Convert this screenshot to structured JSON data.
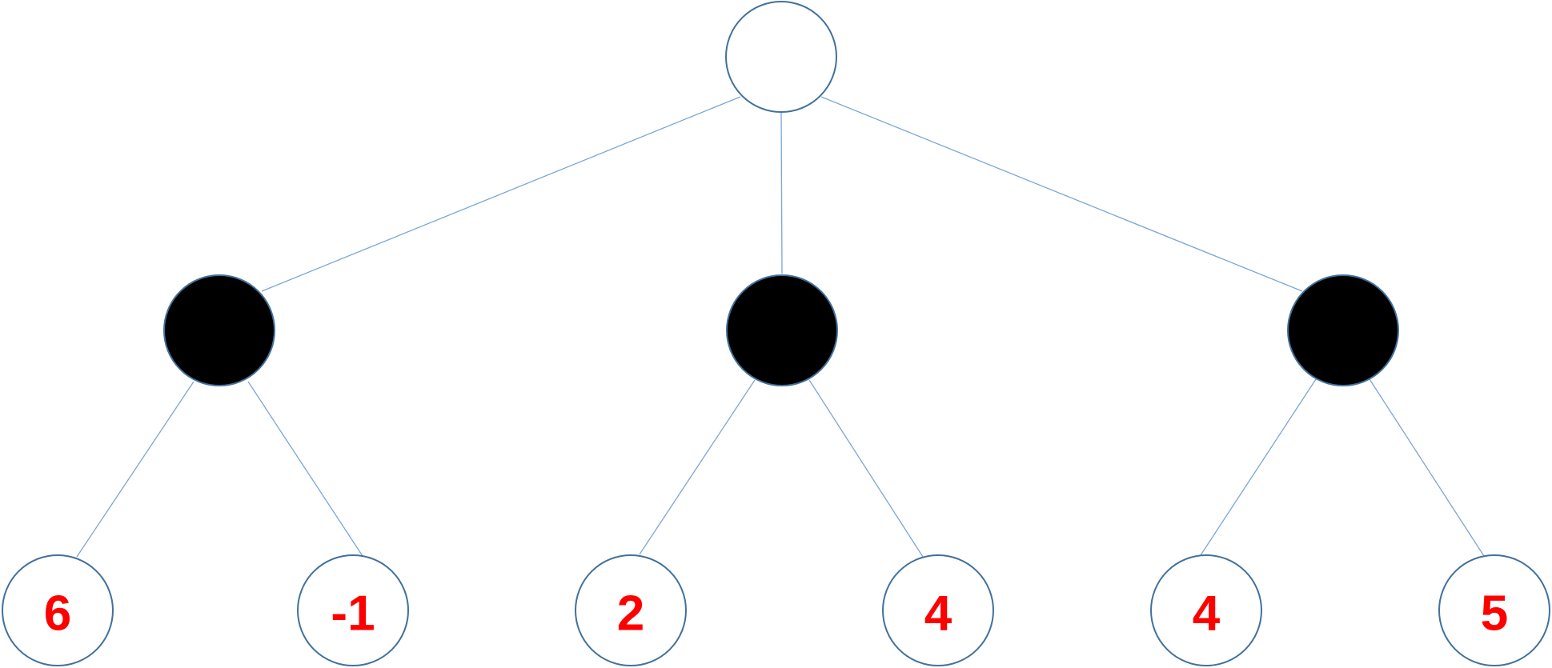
{
  "tree": {
    "root": {
      "fill": "white"
    },
    "level1": [
      {
        "fill": "black"
      },
      {
        "fill": "black"
      },
      {
        "fill": "black"
      }
    ],
    "leaves": [
      {
        "value": "6"
      },
      {
        "value": "-1"
      },
      {
        "value": "2"
      },
      {
        "value": "4"
      },
      {
        "value": "4"
      },
      {
        "value": "5"
      }
    ]
  },
  "colors": {
    "edge": "#7aa6d6",
    "node_outline": "#41719c",
    "leaf_value": "#ff0000",
    "node_black": "#000000",
    "node_white": "#ffffff"
  }
}
